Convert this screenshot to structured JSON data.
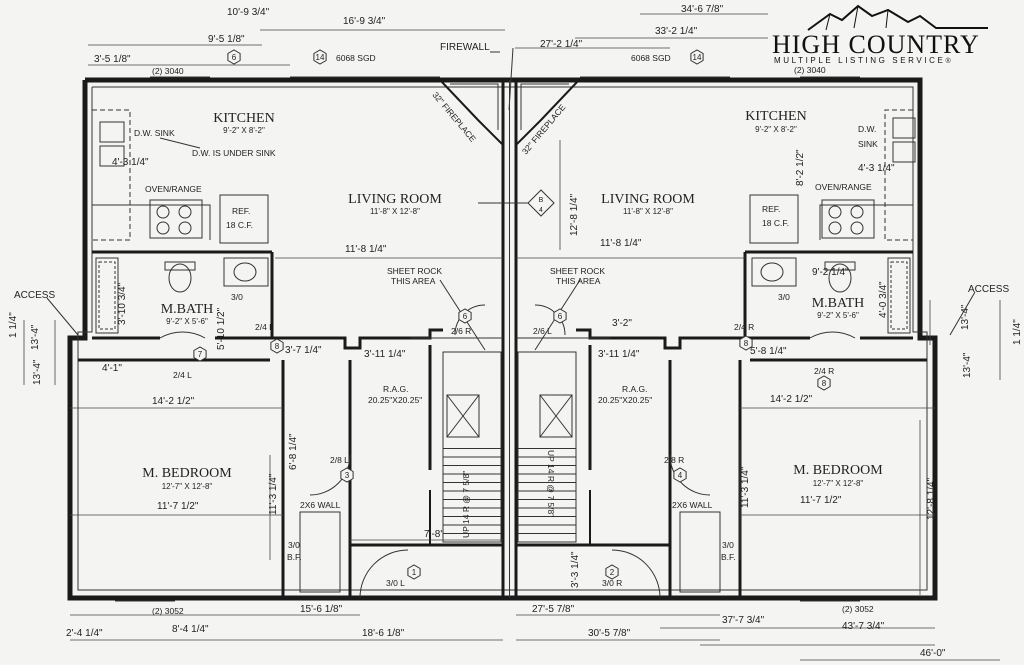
{
  "logo": {
    "name": "HIGH COUNTRY",
    "tagline": "MULTIPLE LISTING SERVICE",
    "trademark": "®",
    "icon": "mountain-ridge-icon"
  },
  "rooms": {
    "kitchen_left": {
      "name": "KITCHEN",
      "size": "9'-2\" X 8'-2\""
    },
    "kitchen_right": {
      "name": "KITCHEN",
      "size": "9'-2\" X 8'-2\""
    },
    "living_left": {
      "name": "LIVING ROOM",
      "size": "11'-8\" X 12'-8\""
    },
    "living_right": {
      "name": "LIVING ROOM",
      "size": "11'-8\" X 12'-8\""
    },
    "bath_left": {
      "name": "M.BATH",
      "size": "9'-2\" X 5'-6\""
    },
    "bath_right": {
      "name": "M.BATH",
      "size": "9'-2\" X 5'-6\""
    },
    "bed_left": {
      "name": "M. BEDROOM",
      "size": "12'-7\" X 12'-8\""
    },
    "bed_right": {
      "name": "M. BEDROOM",
      "size": "12'-7\" X 12'-8\""
    }
  },
  "labels": {
    "firewall": "FIREWALL",
    "fireplace": "32\" FIREPLACE",
    "dw_sink": "D.W. SINK",
    "dw_note": "D.W. IS UNDER SINK",
    "dw": "D.W.",
    "sink": "SINK",
    "oven": "OVEN/RANGE",
    "ref": "REF.",
    "ref_cf": "18 C.F.",
    "sheetrock": "SHEET ROCK",
    "this_area": "THIS AREA",
    "rag": "R.A.G.",
    "rag_size": "20.25\"X20.25\"",
    "wall_2x6": "2X6 WALL",
    "bf_30": "3/0",
    "bf": "B.F.",
    "access": "ACCESS",
    "stair_left": "UP 14 R @ 7 5/8\"",
    "stair_right": "UP 14 R @ 7 5/8\"",
    "section": "B",
    "section_no": "4"
  },
  "doors": {
    "d_30": "3/0",
    "d_24l": "2/4 L",
    "d_24r": "2/4 R",
    "d_26r": "2/6 R",
    "d_26l": "2/6 L",
    "d_28l": "2/8 L",
    "d_28r": "2/8 R",
    "d_30l": "3/0 L",
    "d_30r": "3/0 R",
    "n1": "1",
    "n2": "2",
    "n3": "3",
    "n4": "4",
    "n6": "6",
    "n7": "7",
    "n8": "8",
    "n14": "14"
  },
  "windows": {
    "w3040": "(2) 3040",
    "w6068": "6068 SGD",
    "w3052": "(2) 3052"
  },
  "dims": {
    "top_10_9": "10'-9 3/4\"",
    "top_16_9": "16'-9 3/4\"",
    "top_9_5": "9'-5 1/8\"",
    "top_3_5": "3'-5 1/8\"",
    "top_27_2": "27'-2 1/4\"",
    "top_34_6": "34'-6 7/8\"",
    "top_33_2": "33'-2 1/4\"",
    "k_4_3": "4'-3 1/4\"",
    "k_8_2": "8'-2 1/2\"",
    "lr_11_8": "11'-8 1/4\"",
    "lr_12_8": "12'-8 1/4\"",
    "b_3_10": "3'-10 3/4\"",
    "b_5_10": "5'-10 1/2\"",
    "b_9_2": "9'-2 1/4\"",
    "b_4_0": "4'-0 3/4\"",
    "h_3_7": "3'-7 1/4\"",
    "h_3_11": "3'-11 1/4\"",
    "h_3_2": "3'-2\"",
    "h_5_8": "5'-8 1/4\"",
    "h_4_1": "4'-1\"",
    "s_1_1": "1 1/4\"",
    "s_13_4a": "13'-4\"",
    "s_13_4b": "13'-4\"",
    "br_14_2": "14'-2 1/2\"",
    "br_11_7": "11'-7 1/2\"",
    "br_11_3": "11'-3 1/4\"",
    "br_6_8": "6'-8 1/4\"",
    "br_12_8": "12'-8 1/4\"",
    "c_7_8": "7'-8\"",
    "c_3_3": "3'-3 1/4\"",
    "bot_15_6": "15'-6 1/8\"",
    "bot_18_6": "18'-6 1/8\"",
    "bot_8_4": "8'-4 1/4\"",
    "bot_2_4": "2'-4 1/4\"",
    "bot_27_5": "27'-5 7/8\"",
    "bot_30_5": "30'-5 7/8\"",
    "bot_37_7": "37'-7 3/4\"",
    "bot_43_7": "43'-7 3/4\"",
    "bot_46_0": "46'-0\""
  }
}
